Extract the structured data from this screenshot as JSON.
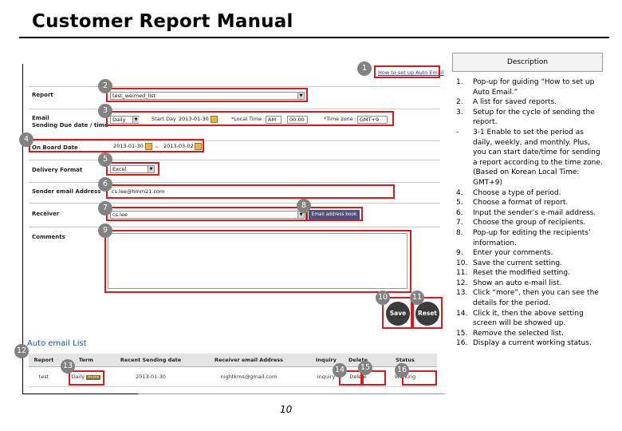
{
  "title": "Customer Report Manual",
  "page_number": "10",
  "description": {
    "header": "Description",
    "items": [
      {
        "num": "1.",
        "text": "Pop-up for guiding “How to set up Auto Email.”"
      },
      {
        "num": "2.",
        "text": "A list for saved reports."
      },
      {
        "num": "3.",
        "text": "Setup for the cycle of sending the report."
      },
      {
        "num": "-",
        "text": "3-1 Enable to set the period as daily, weekly, and monthly. Plus, you can start date/time for sending a report according to the time zone. (Based on Korean Local Time: GMT+9)"
      },
      {
        "num": "4.",
        "text": "Choose a type of period."
      },
      {
        "num": "5.",
        "text": "Choose a format of report."
      },
      {
        "num": "6.",
        "text": "Input the sender’s e-mail address."
      },
      {
        "num": "7.",
        "text": "Choose the group of recipients."
      },
      {
        "num": "8.",
        "text": "Pop-up for editing the recipients’ information."
      },
      {
        "num": "9.",
        "text": "Enter your comments."
      },
      {
        "num": "10.",
        "text": "Save the current setting."
      },
      {
        "num": "11.",
        "text": "Reset the modified setting."
      },
      {
        "num": "12.",
        "text": "Show an auto e-mail list."
      },
      {
        "num": "13.",
        "text": "Click “more”, then you can see the details for the period."
      },
      {
        "num": "14.",
        "text": "Click it, then the above setting screen will be showed up."
      },
      {
        "num": "15.",
        "text": "Remove the selected list."
      },
      {
        "num": "16.",
        "text": "Display a current working status."
      }
    ]
  },
  "screenshot": {
    "help_link": "How to set up Auto Email",
    "form": {
      "report_label": "Report",
      "report_value": "test_weimed_list",
      "email_label_1": "Email",
      "email_label_2": "Sending Due date / time",
      "cycle_value": "Daily",
      "start_day_label": "Start Day",
      "start_day_value": "2013-01-30",
      "local_time_label": "*Local Time :",
      "local_ampm": "AM",
      "local_time_value": "00:00",
      "time_zone_label": "*Time zone :",
      "time_zone_value": "GMT+9",
      "onboard_label": "On Board Date",
      "onboard_from": "2013-01-30",
      "onboard_sep": "~",
      "onboard_to": "2013-03-02",
      "delivery_label": "Delivery Format",
      "delivery_value": "Excel",
      "sender_label": "Sender email Address",
      "sender_value": "cs.lee@hmm21.com",
      "receiver_label": "Receiver",
      "receiver_value": "cs.lee",
      "address_book_label": "Email address book",
      "comments_label": "Comments",
      "save_label": "Save",
      "reset_label": "Reset"
    },
    "auto_list_title": "Auto email List",
    "table": {
      "headers": [
        "Report",
        "Term",
        "Recent Sending date",
        "Receiver email Address",
        "Inquiry",
        "Delete",
        "Status"
      ],
      "row": {
        "report": "test",
        "term": "Daily",
        "more": "more",
        "recent_date": "2013-01-30",
        "receiver": "nightkms@gmail.com",
        "inquiry": "Inquiry",
        "delete": "Delete",
        "status": "Working"
      }
    },
    "badges": [
      "1",
      "2",
      "3",
      "4",
      "5",
      "6",
      "7",
      "8",
      "9",
      "10",
      "11",
      "12",
      "13",
      "14",
      "15",
      "16"
    ]
  },
  "colors": {
    "highlight": "#e01818",
    "badge": "#828282",
    "link": "#1f4aa6"
  }
}
